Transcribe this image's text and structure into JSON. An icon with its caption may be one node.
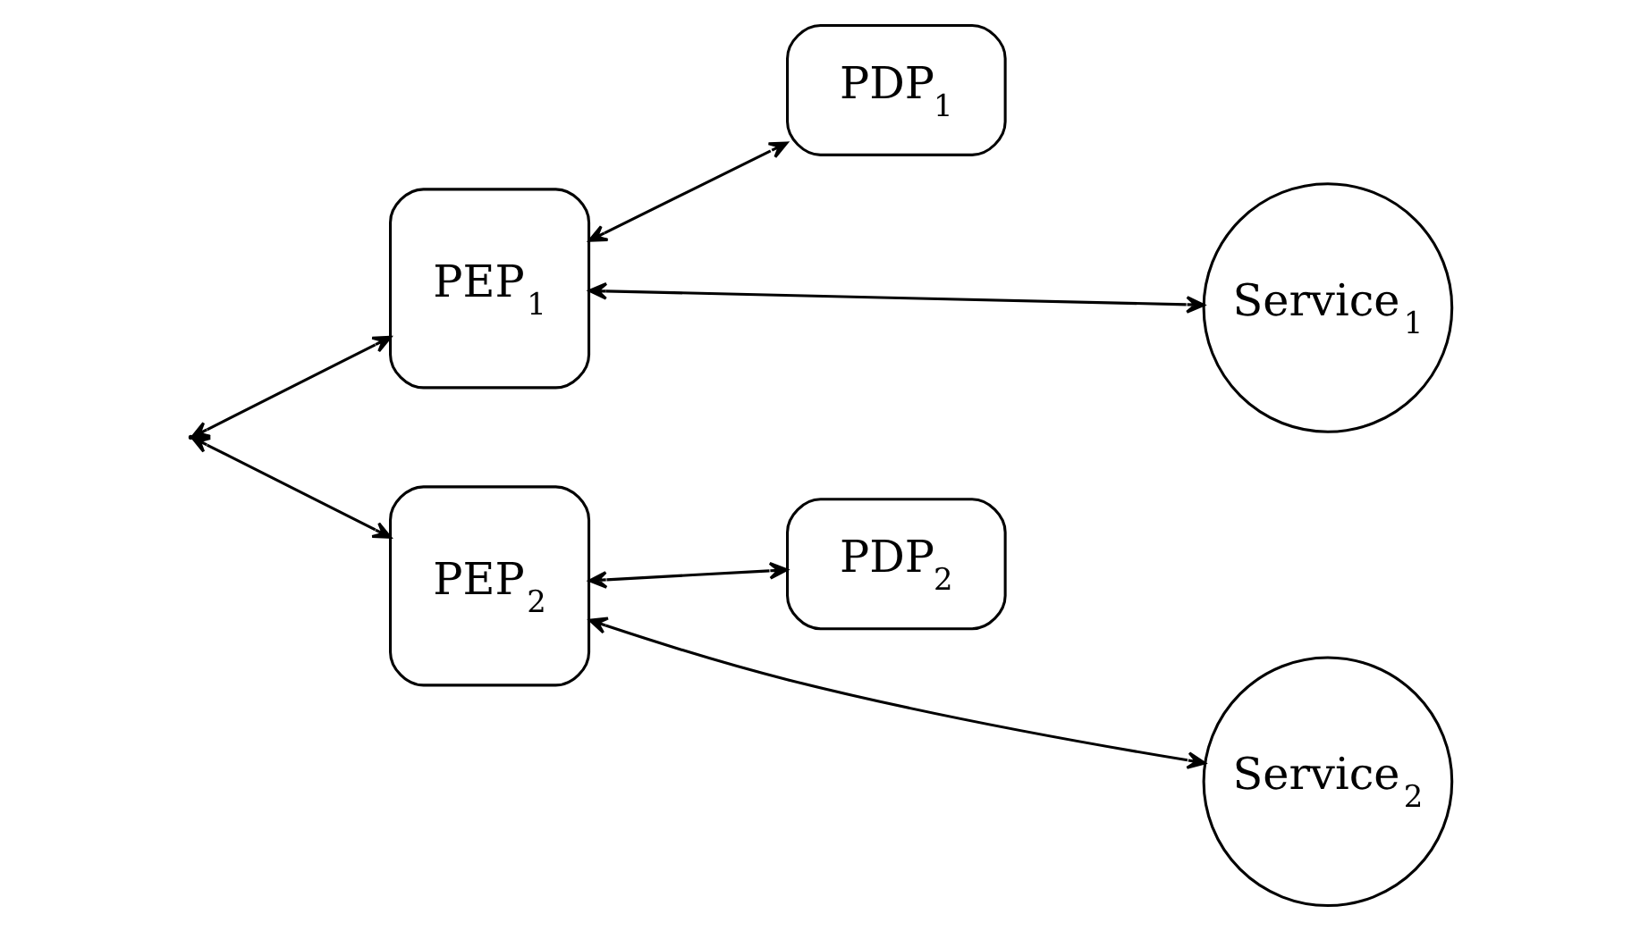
{
  "diagram": {
    "nodes": [
      {
        "text": [
          "PEP$_{1}$"
        ]
      },
      {
        "text": [
          "PDP$_{1}$"
        ]
      },
      {
        "text": [
          "Service$_{1}$"
        ]
      },
      {
        "text": [
          "PEP$_{2}$"
        ]
      },
      {
        "text": [
          "PDP$_{2}$"
        ]
      },
      {
        "text": [
          "Service$_{2}$"
        ]
      }
    ],
    "edges": [
      {
        "from": null,
        "to": 0,
        "arrow": "both"
      },
      {
        "from": null,
        "to": 3,
        "arrow": "both"
      },
      {
        "from": 0,
        "to": 2,
        "arrow": "both"
      },
      {
        "from": 0,
        "to": 1,
        "arrow": "both"
      },
      {
        "from": 3,
        "to": 4,
        "arrow": "both"
      },
      {
        "from": 3,
        "to": 5,
        "arrow": "both"
      }
    ]
  }
}
